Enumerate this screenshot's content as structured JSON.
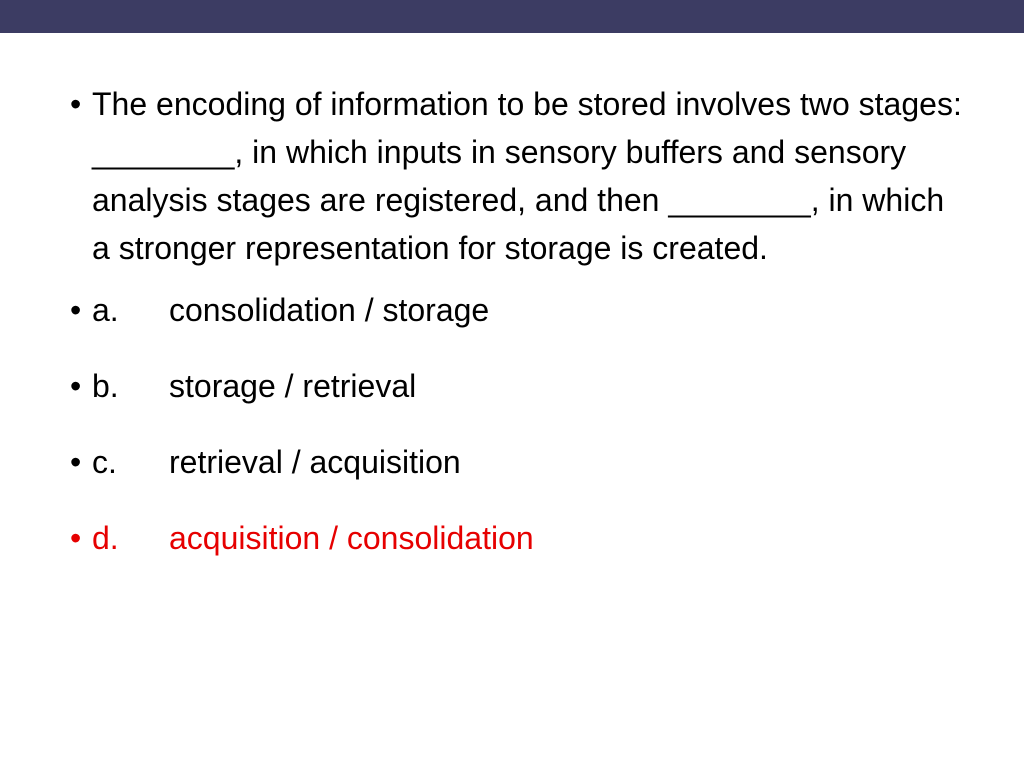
{
  "colors": {
    "top_bar": "#3c3c63",
    "text": "#000000",
    "answer": "#e60000"
  },
  "question": {
    "bullet": "•",
    "text": "The encoding of information to be stored involves two stages: ________, in which inputs in sensory buffers and sensory analysis stages are registered, and then ________, in which a stronger representation for storage is created."
  },
  "options": [
    {
      "bullet": "•",
      "letter": "a.",
      "text": "consolidation / storage",
      "correct": false
    },
    {
      "bullet": "•",
      "letter": "b.",
      "text": "storage / retrieval",
      "correct": false
    },
    {
      "bullet": "•",
      "letter": "c.",
      "text": "retrieval / acquisition",
      "correct": false
    },
    {
      "bullet": "•",
      "letter": "d.",
      "text": "acquisition / consolidation",
      "correct": true
    }
  ]
}
